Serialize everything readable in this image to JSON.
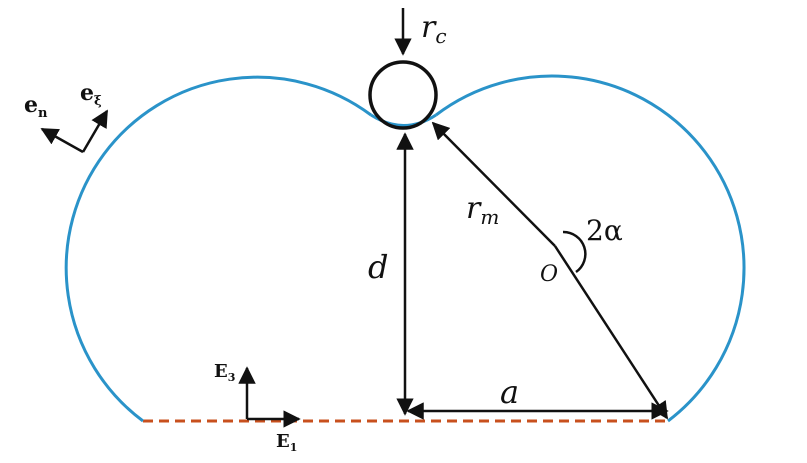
{
  "colors": {
    "membrane": "#2a93c9",
    "substrate": "#c8501e",
    "ink": "#111111"
  },
  "labels": {
    "r_c": {
      "main": "r",
      "sub": "c"
    },
    "r_m": {
      "main": "r",
      "sub": "m"
    },
    "d": "d",
    "a": "a",
    "angle": "2α",
    "center": "O",
    "e_n": {
      "main": "e",
      "sub": "n"
    },
    "e_xi": {
      "main": "e",
      "sub": "ξ"
    },
    "E3": {
      "main": "E",
      "sub": "3"
    },
    "E1": {
      "main": "E",
      "sub": "1"
    }
  }
}
